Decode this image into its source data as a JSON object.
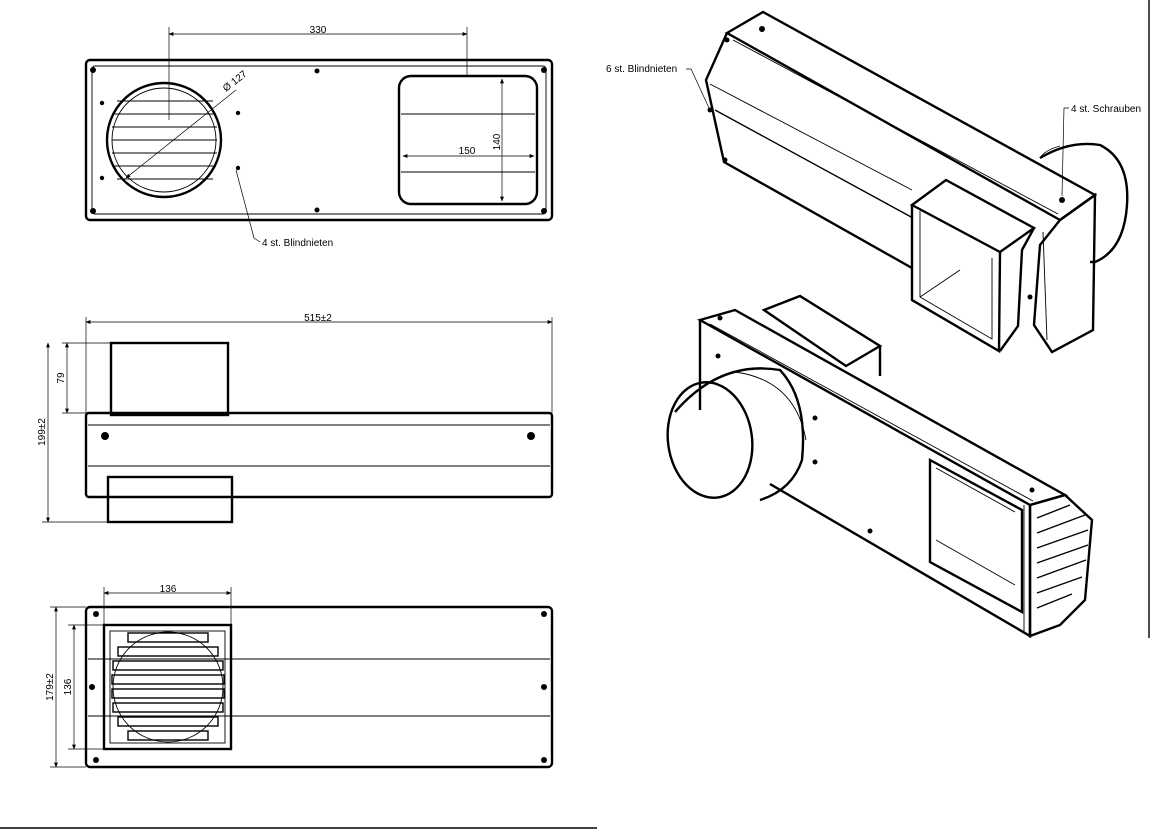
{
  "front_view": {
    "dim_width": "330",
    "dim_diameter": "Ø 127",
    "dim_vent_height": "140",
    "dim_vent_width": "150",
    "note_rivets": "4 st. Blindnieten"
  },
  "side_view": {
    "dim_length": "515±2",
    "dim_top": "79",
    "dim_total_height": "199±2"
  },
  "bottom_view": {
    "dim_grille_width": "136",
    "dim_outer_height": "179±2",
    "dim_inner_height": "136"
  },
  "iso_view": {
    "note_rivets": "6 st. Blindnieten",
    "note_screws": "4 st. Schrauben"
  }
}
